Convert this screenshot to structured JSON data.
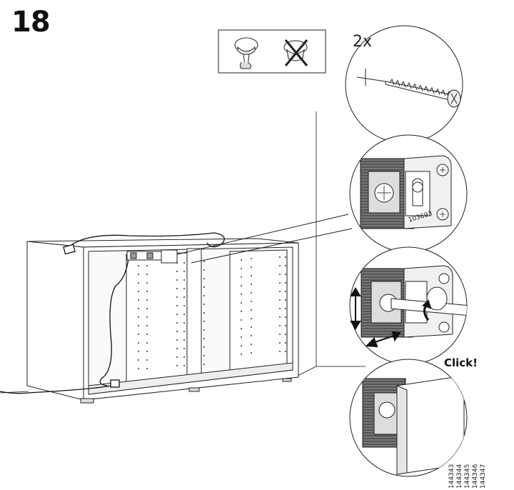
{
  "step": {
    "number": "18"
  },
  "screw_detail": {
    "quantity": "2x"
  },
  "mount_detail": {
    "part_code": "103693"
  },
  "click_detail": {
    "label": "Click!"
  },
  "article_numbers": [
    "144343",
    "144344",
    "144345",
    "144346",
    "144347"
  ],
  "tools": {
    "allowed": "pozidriv-screwdriver-icon",
    "forbidden": "drill-icon"
  }
}
